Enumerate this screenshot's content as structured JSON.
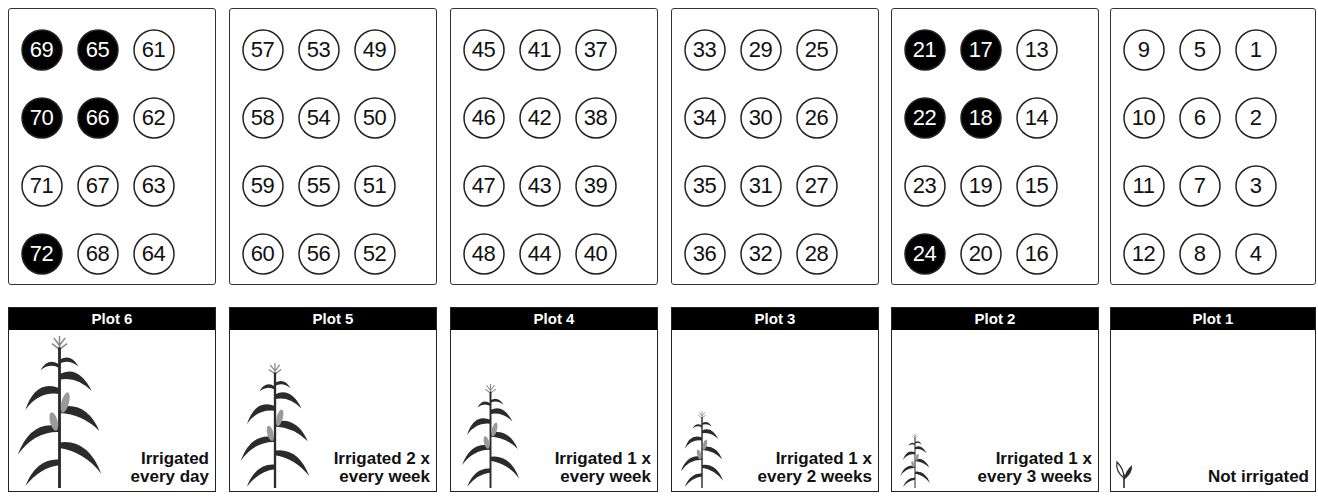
{
  "diagram": {
    "nodes": [
      {
        "text": []
      },
      {
        "text": [
          "69"
        ],
        "in": 0
      },
      {
        "text": [
          "65"
        ],
        "in": 0
      },
      {
        "text": [
          "61"
        ],
        "in": 0
      },
      {
        "text": [
          "70"
        ],
        "in": 0
      },
      {
        "text": [
          "66"
        ],
        "in": 0
      },
      {
        "text": [
          "62"
        ],
        "in": 0
      },
      {
        "text": [
          "71"
        ],
        "in": 0
      },
      {
        "text": [
          "67"
        ],
        "in": 0
      },
      {
        "text": [
          "63"
        ],
        "in": 0
      },
      {
        "text": [
          "72"
        ],
        "in": 0
      },
      {
        "text": [
          "68"
        ],
        "in": 0
      },
      {
        "text": [
          "64"
        ],
        "in": 0
      },
      {
        "text": []
      },
      {
        "text": [
          "57"
        ],
        "in": 13
      },
      {
        "text": [
          "53"
        ],
        "in": 13
      },
      {
        "text": [
          "49"
        ],
        "in": 13
      },
      {
        "text": [
          "58"
        ],
        "in": 13
      },
      {
        "text": [
          "54"
        ],
        "in": 13
      },
      {
        "text": [
          "50"
        ],
        "in": 13
      },
      {
        "text": [
          "59"
        ],
        "in": 13
      },
      {
        "text": [
          "55"
        ],
        "in": 13
      },
      {
        "text": [
          "51"
        ],
        "in": 13
      },
      {
        "text": [
          "60"
        ],
        "in": 13
      },
      {
        "text": [
          "56"
        ],
        "in": 13
      },
      {
        "text": [
          "52"
        ],
        "in": 13
      },
      {
        "text": []
      },
      {
        "text": [
          "45"
        ],
        "in": 26
      },
      {
        "text": [
          "41"
        ],
        "in": 26
      },
      {
        "text": [
          "37"
        ],
        "in": 26
      },
      {
        "text": [
          "46"
        ],
        "in": 26
      },
      {
        "text": [
          "42"
        ],
        "in": 26
      },
      {
        "text": [
          "38"
        ],
        "in": 26
      },
      {
        "text": [
          "47"
        ],
        "in": 26
      },
      {
        "text": [
          "43"
        ],
        "in": 26
      },
      {
        "text": [
          "39"
        ],
        "in": 26
      },
      {
        "text": [
          "48"
        ],
        "in": 26
      },
      {
        "text": [
          "44"
        ],
        "in": 26
      },
      {
        "text": [
          "40"
        ],
        "in": 26
      },
      {
        "text": []
      },
      {
        "text": [
          "33"
        ],
        "in": 39
      },
      {
        "text": [
          "29"
        ],
        "in": 39
      },
      {
        "text": [
          "25"
        ],
        "in": 39
      },
      {
        "text": [
          "34"
        ],
        "in": 39
      },
      {
        "text": [
          "30"
        ],
        "in": 39
      },
      {
        "text": [
          "26"
        ],
        "in": 39
      },
      {
        "text": [
          "35"
        ],
        "in": 39
      },
      {
        "text": [
          "31"
        ],
        "in": 39
      },
      {
        "text": [
          "27"
        ],
        "in": 39
      },
      {
        "text": [
          "36"
        ],
        "in": 39
      },
      {
        "text": [
          "32"
        ],
        "in": 39
      },
      {
        "text": [
          "28"
        ],
        "in": 39
      },
      {
        "text": []
      },
      {
        "text": [
          "21"
        ],
        "in": 52
      },
      {
        "text": [
          "17"
        ],
        "in": 52
      },
      {
        "text": [
          "13"
        ],
        "in": 52
      },
      {
        "text": [
          "22"
        ],
        "in": 52
      },
      {
        "text": [
          "18"
        ],
        "in": 52
      },
      {
        "text": [
          "14"
        ],
        "in": 52
      },
      {
        "text": [
          "23"
        ],
        "in": 52
      },
      {
        "text": [
          "19"
        ],
        "in": 52
      },
      {
        "text": [
          "15"
        ],
        "in": 52
      },
      {
        "text": [
          "24"
        ],
        "in": 52
      },
      {
        "text": [
          "20"
        ],
        "in": 52
      },
      {
        "text": [
          "16"
        ],
        "in": 52
      },
      {
        "text": []
      },
      {
        "text": [
          "9"
        ],
        "in": 65
      },
      {
        "text": [
          "5"
        ],
        "in": 65
      },
      {
        "text": [
          "1"
        ],
        "in": 65
      },
      {
        "text": [
          "10"
        ],
        "in": 65
      },
      {
        "text": [
          "6"
        ],
        "in": 65
      },
      {
        "text": [
          "2"
        ],
        "in": 65
      },
      {
        "text": [
          "11"
        ],
        "in": 65
      },
      {
        "text": [
          "7"
        ],
        "in": 65
      },
      {
        "text": [
          "3"
        ],
        "in": 65
      },
      {
        "text": [
          "12"
        ],
        "in": 65
      },
      {
        "text": [
          "8"
        ],
        "in": 65
      },
      {
        "text": [
          "4"
        ],
        "in": 65
      },
      {
        "text": [
          "Plot 6",
          "Irrigated every day"
        ]
      },
      {
        "text": [
          "Plot 5",
          "Irrigated 2 x every week"
        ]
      },
      {
        "text": [
          "Plot 4",
          "Irrigated 1 x every week"
        ]
      },
      {
        "text": [
          "Plot 3",
          "Irrigated 1 x every 2 weeks"
        ]
      },
      {
        "text": [
          "Plot 2",
          "Irrigated 1 x every 3 weeks"
        ]
      },
      {
        "text": [
          "Plot 1",
          "Not irrigated"
        ]
      }
    ]
  }
}
